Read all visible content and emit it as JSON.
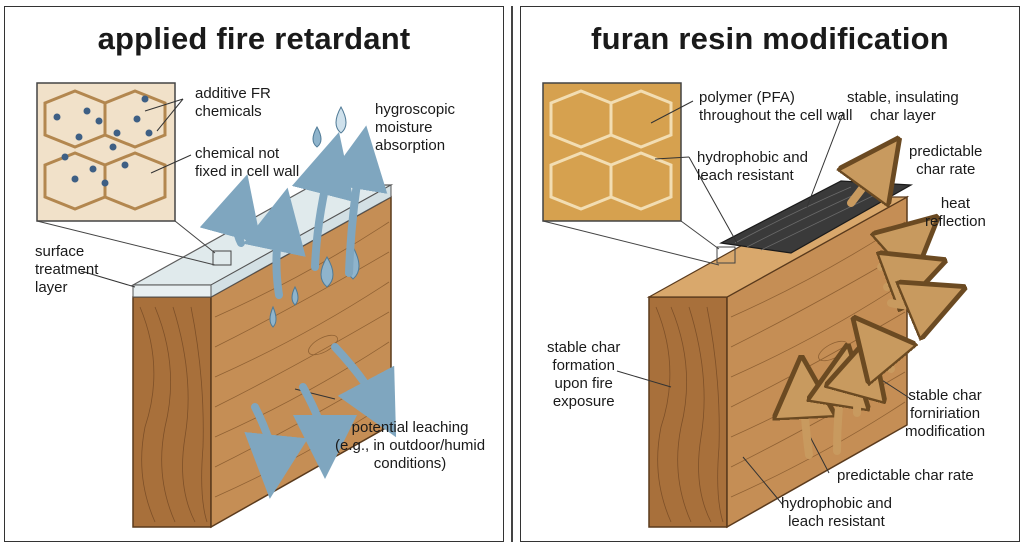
{
  "left": {
    "title": "applied fire retardant",
    "labels": {
      "additive_fr_1": "additive FR",
      "additive_fr_2": "chemicals",
      "chem_fixed_1": "chemical not",
      "chem_fixed_2": "fixed in cell wall",
      "hygro_1": "hygroscopic",
      "hygro_2": "moisture",
      "hygro_3": "absorption",
      "surface_1": "surface",
      "surface_2": "treatment",
      "surface_3": "layer",
      "leach_1": "potential leaching",
      "leach_2": "(e.g., in outdoor/humid",
      "leach_3": "conditions)"
    }
  },
  "right": {
    "title": "furan resin modification",
    "labels": {
      "pfa_1": "polymer (PFA)",
      "pfa_2": "throughout the cell wall",
      "hydro_top_1": "hydrophobic and",
      "hydro_top_2": "leach resistant",
      "char_layer_1": "stable, insulating",
      "char_layer_2": "char layer",
      "char_rate_top_1": "predictable",
      "char_rate_top_2": "char rate",
      "heat_1": "heat",
      "heat_2": "reflection",
      "stable_form_1": "stable char",
      "stable_form_2": "formation",
      "stable_form_3": "upon fire",
      "stable_form_4": "exposure",
      "stable_mod_1": "stable char",
      "stable_mod_2": "forniriation",
      "stable_mod_3": "modification",
      "char_rate_bottom": "predictable char rate",
      "hydro_bottom_1": "hydrophobic and",
      "hydro_bottom_2": "leach  resistant"
    }
  },
  "colors": {
    "wood_front": "#c58e55",
    "wood_side": "#a8703b",
    "wood_top": "#d9a86c",
    "coating": "#dfe9ec",
    "water": "#8fb4cc",
    "char": "#3a3a3a",
    "arrow_tan": "#c89a5f",
    "cell_fill_left": "#f1e1c9",
    "cell_fill_right": "#d6a14f"
  }
}
